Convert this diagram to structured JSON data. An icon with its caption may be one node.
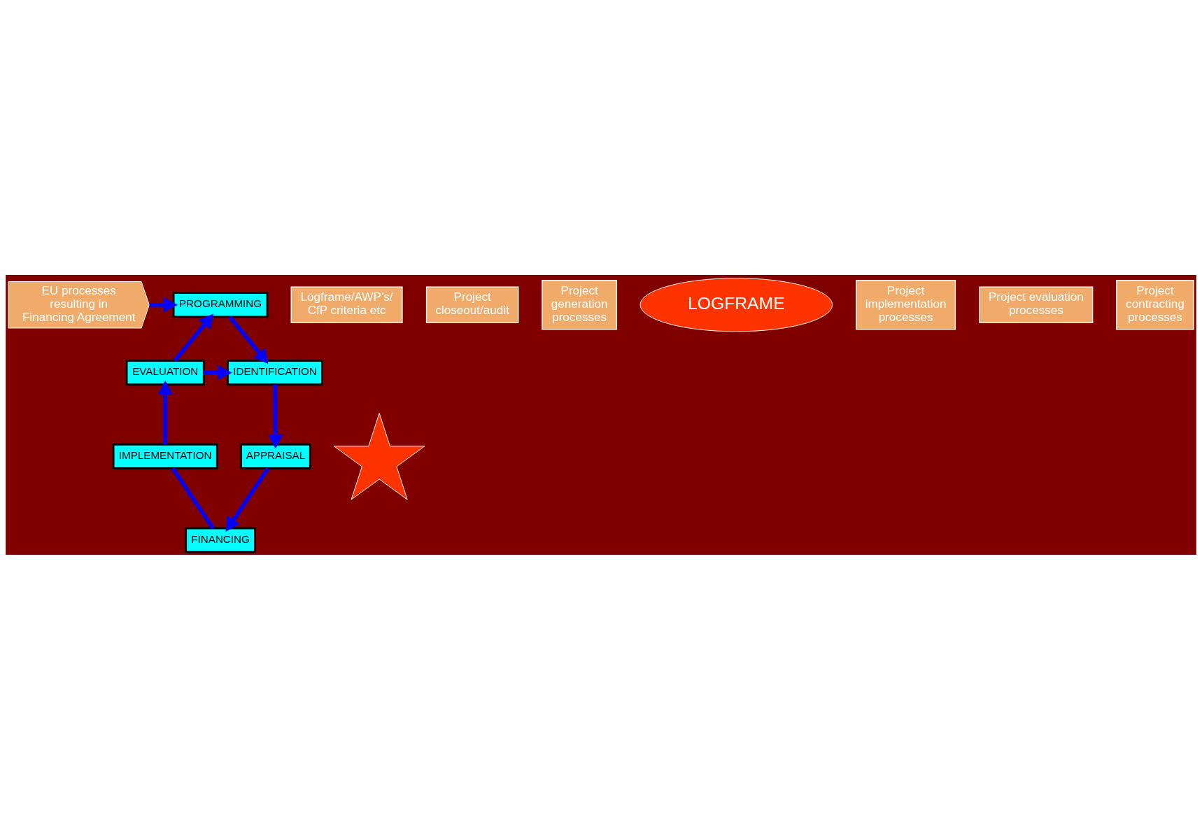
{
  "diagram": {
    "nodes": [
      {
        "text": [
          "EU processes resulting in Financing Agreement"
        ]
      },
      {
        "text": [
          "PROGRAMMING"
        ]
      },
      {
        "text": [
          "Logframe/AWP’s/ CfP criteria etc"
        ]
      },
      {
        "text": [
          "EVALUATION"
        ]
      },
      {
        "text": [
          "Project closeout/audit"
        ]
      },
      {
        "text": [
          "IDENTIFICATION"
        ]
      },
      {
        "text": [
          "Project generation processes"
        ]
      },
      {
        "text": [
          "LOGFRAME"
        ]
      },
      {
        "text": [
          "IMPLEMENTATION"
        ]
      },
      {
        "text": [],
        "shape": "star"
      },
      {
        "text": [
          "Project implementation processes"
        ]
      },
      {
        "text": [
          "APPRAISAL"
        ]
      },
      {
        "text": [
          "Project evaluation processes"
        ]
      },
      {
        "text": [
          "FINANCING"
        ]
      },
      {
        "text": [
          "Project contracting processes"
        ]
      }
    ],
    "edges": [
      {
        "from": 0,
        "to": 1,
        "arrow": "to"
      },
      {
        "from": 1,
        "to": 5,
        "arrow": "to"
      },
      {
        "from": 5,
        "to": 11,
        "arrow": "to"
      },
      {
        "from": 11,
        "to": 13,
        "arrow": "to"
      },
      {
        "from": 13,
        "to": 8,
        "arrow": "none"
      },
      {
        "from": 8,
        "to": 3,
        "arrow": "to"
      },
      {
        "from": 3,
        "to": 1,
        "arrow": "to"
      },
      {
        "from": 3,
        "to": 5,
        "arrow": "to"
      }
    ]
  }
}
